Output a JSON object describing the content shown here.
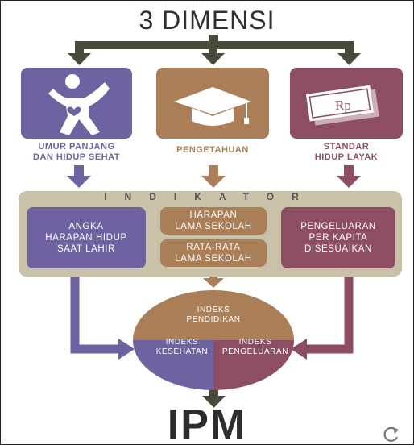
{
  "title": "3 DIMENSI",
  "dimensions": [
    {
      "label_1": "UMUR PANJANG",
      "label_2": "DAN HIDUP SEHAT",
      "icon": "person-heart-icon"
    },
    {
      "label_1": "PENGETAHUAN",
      "icon": "graduation-cap-icon"
    },
    {
      "label_1": "STANDAR",
      "label_2": "HIDUP LAYAK",
      "icon": "money-bill-icon",
      "icon_text": "Rp"
    }
  ],
  "indikator_label": "INDIKATOR",
  "indicators": {
    "left": {
      "l1": "ANGKA",
      "l2": "HARAPAN HIDUP",
      "l3": "SAAT LAHIR"
    },
    "mid_top": {
      "l1": "HARAPAN",
      "l2": "LAMA SEKOLAH"
    },
    "mid_bottom": {
      "l1": "RATA-RATA",
      "l2": "LAMA SEKOLAH"
    },
    "right": {
      "l1": "PENGELUARAN",
      "l2": "PER KAPITA",
      "l3": "DISESUAIKAN"
    }
  },
  "indices": {
    "top": {
      "l1": "INDEKS",
      "l2": "PENDIDIKAN"
    },
    "left": {
      "l1": "INDEKS",
      "l2": "KESEHATAN"
    },
    "right": {
      "l1": "INDEKS",
      "l2": "PENGELUARAN"
    }
  },
  "result": "IPM",
  "colors": {
    "purple": "#6f62a0",
    "brown": "#aa7f57",
    "red": "#8d4e63",
    "dark": "#4a4a3a",
    "panel": "#c9c2a8"
  }
}
